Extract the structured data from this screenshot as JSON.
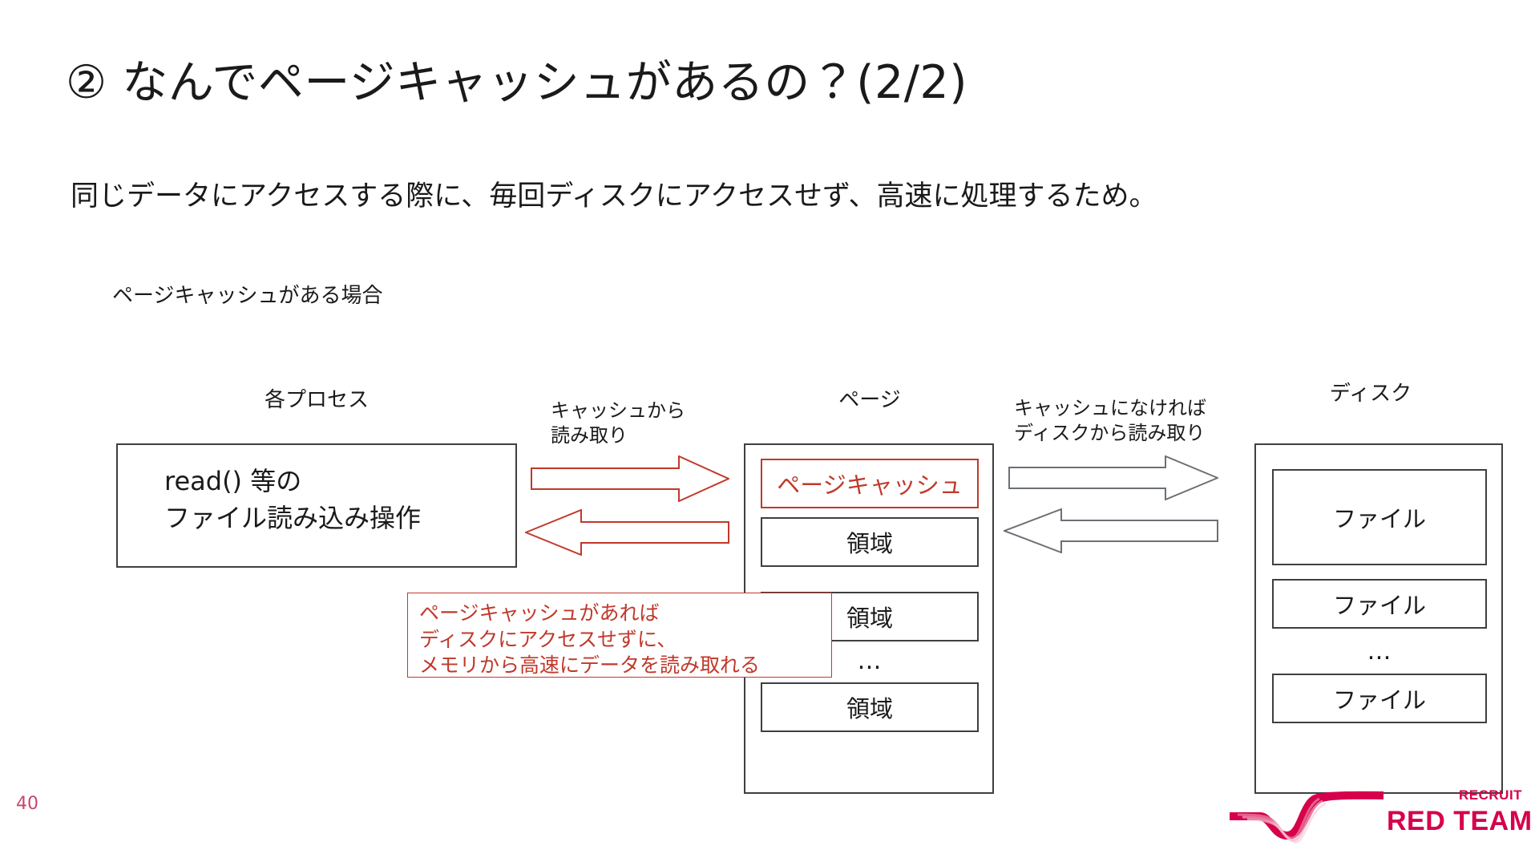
{
  "slide": {
    "title": "② なんでページキャッシュがあるの？(2/2)",
    "lead_text": "同じデータにアクセスする際に、毎回ディスクにアクセスせず、高速に処理するため。",
    "case_label": "ページキャッシュがある場合",
    "page_number": "40"
  },
  "diagram": {
    "columns": {
      "process_caption": "各プロセス",
      "page_caption": "ページ",
      "disk_caption": "ディスク"
    },
    "process_box": {
      "text": "read() 等の\nファイル読み込み操作"
    },
    "arrows": {
      "cache_read_label": "キャッシュから\n読み取り",
      "disk_read_label": "キャッシュになければ\nディスクから読み取り",
      "cache_arrow_color": "#c0392b",
      "disk_arrow_color": "#6b7075"
    },
    "page_column": {
      "cells": [
        {
          "label": "ページキャッシュ",
          "highlight": true
        },
        {
          "label": "領域",
          "highlight": false
        },
        {
          "label": "領域",
          "highlight": false
        },
        {
          "label": "領域",
          "highlight": false
        }
      ],
      "ellipsis": "…"
    },
    "disk_column": {
      "cells": [
        {
          "label": "ファイル"
        },
        {
          "label": "ファイル"
        },
        {
          "label": "ファイル"
        }
      ],
      "ellipsis": "…"
    },
    "callout": {
      "text": "ページキャッシュがあれば\nディスクにアクセスせずに、\nメモリから高速にデータを読み取れる",
      "color": "#c0392b"
    }
  },
  "footer": {
    "logo_top_text": "RECRUIT",
    "logo_main_text": "RED TEAM",
    "logo_color": "#d6004c"
  }
}
